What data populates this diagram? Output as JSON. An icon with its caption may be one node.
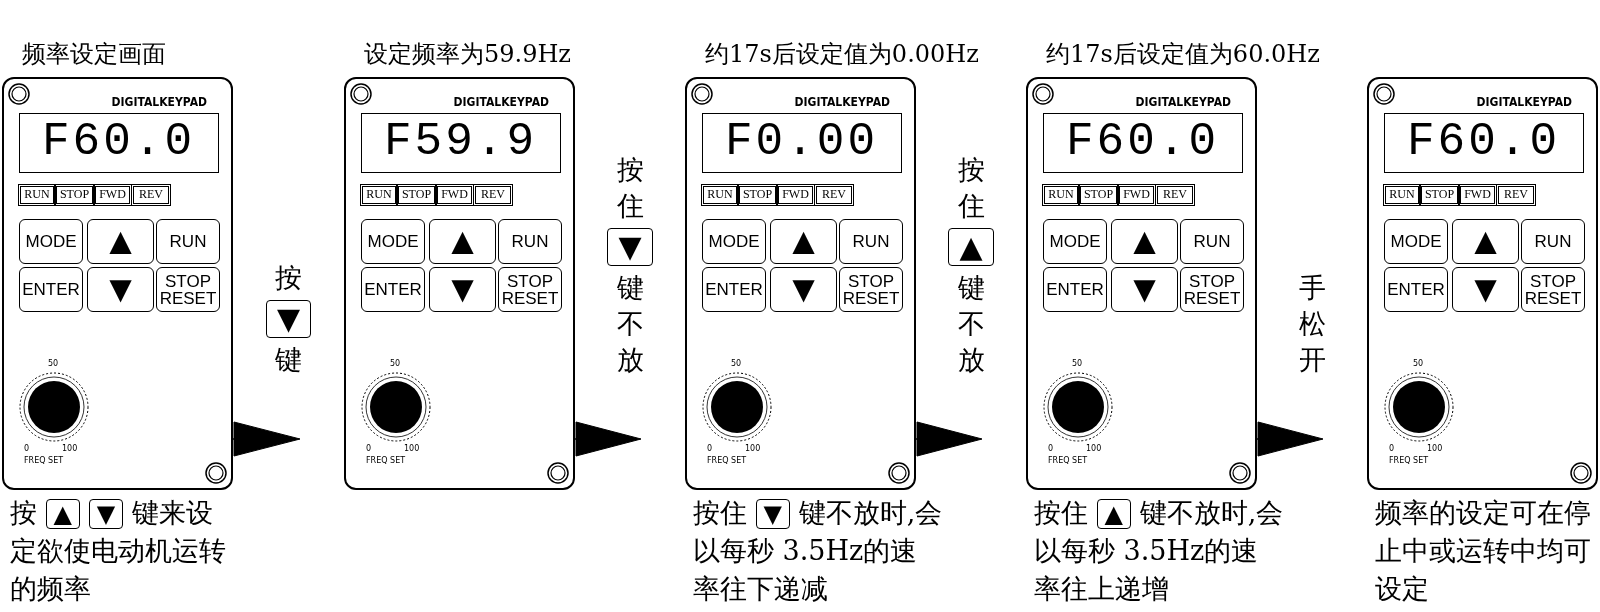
{
  "diagram": {
    "nodes": [
      {
        "text": [
          "频率设定画面",
          "DIGITALKEYPAD"
        ],
        "beside": [
          "按 ▲ ▼ 键来设定欲使电动机运转的频率"
        ]
      },
      {
        "text": [
          "F60.0"
        ],
        "in": 0
      },
      {
        "text": [
          "RUN"
        ],
        "in": 0
      },
      {
        "text": [
          "STOP"
        ],
        "in": 0
      },
      {
        "text": [
          "FWD"
        ],
        "in": 0
      },
      {
        "text": [
          "REV"
        ],
        "in": 0
      },
      {
        "text": [
          "MODE"
        ],
        "in": 0
      },
      {
        "text": [
          "▲"
        ],
        "in": 0
      },
      {
        "text": [
          "RUN"
        ],
        "in": 0
      },
      {
        "text": [
          "ENTER"
        ],
        "in": 0
      },
      {
        "text": [
          "▼"
        ],
        "in": 0
      },
      {
        "text": [
          "STOP RESET"
        ],
        "in": 0
      },
      {
        "text": [
          "设定频率为59.9Hz",
          "DIGITALKEYPAD"
        ]
      },
      {
        "text": [
          "F59.9"
        ],
        "in": 12
      },
      {
        "text": [
          "RUN"
        ],
        "in": 12
      },
      {
        "text": [
          "STOP"
        ],
        "in": 12
      },
      {
        "text": [
          "FWD"
        ],
        "in": 12
      },
      {
        "text": [
          "REV"
        ],
        "in": 12
      },
      {
        "text": [
          "MODE"
        ],
        "in": 12
      },
      {
        "text": [
          "▲"
        ],
        "in": 12
      },
      {
        "text": [
          "RUN"
        ],
        "in": 12
      },
      {
        "text": [
          "ENTER"
        ],
        "in": 12
      },
      {
        "text": [
          "▼"
        ],
        "in": 12
      },
      {
        "text": [
          "STOP RESET"
        ],
        "in": 12
      },
      {
        "text": [
          "约17s后设定值为0.00Hz",
          "DIGITALKEYPAD"
        ],
        "beside": [
          "按住 ▼ 键不放时,会以每秒 3.5Hz的速率往下递减"
        ]
      },
      {
        "text": [
          "F0.00"
        ],
        "in": 24
      },
      {
        "text": [
          "RUN"
        ],
        "in": 24
      },
      {
        "text": [
          "STOP"
        ],
        "in": 24
      },
      {
        "text": [
          "FWD"
        ],
        "in": 24
      },
      {
        "text": [
          "REV"
        ],
        "in": 24
      },
      {
        "text": [
          "MODE"
        ],
        "in": 24
      },
      {
        "text": [
          "▲"
        ],
        "in": 24
      },
      {
        "text": [
          "RUN"
        ],
        "in": 24
      },
      {
        "text": [
          "ENTER"
        ],
        "in": 24
      },
      {
        "text": [
          "▼"
        ],
        "in": 24
      },
      {
        "text": [
          "STOP RESET"
        ],
        "in": 24
      },
      {
        "text": [
          "约17s后设定值为60.0Hz",
          "DIGITALKEYPAD"
        ],
        "beside": [
          "按住 ▲ 键不放时,会以每秒 3.5Hz的速率往上递增"
        ]
      },
      {
        "text": [
          "F60.0"
        ],
        "in": 36
      },
      {
        "text": [
          "RUN"
        ],
        "in": 36
      },
      {
        "text": [
          "STOP"
        ],
        "in": 36
      },
      {
        "text": [
          "FWD"
        ],
        "in": 36
      },
      {
        "text": [
          "REV"
        ],
        "in": 36
      },
      {
        "text": [
          "MODE"
        ],
        "in": 36
      },
      {
        "text": [
          "▲"
        ],
        "in": 36
      },
      {
        "text": [
          "RUN"
        ],
        "in": 36
      },
      {
        "text": [
          "ENTER"
        ],
        "in": 36
      },
      {
        "text": [
          "▼"
        ],
        "in": 36
      },
      {
        "text": [
          "STOP RESET"
        ],
        "in": 36
      },
      {
        "text": [
          "DIGITALKEYPAD"
        ],
        "beside": [
          "频率的设定可在停止中或运转中均可设定"
        ]
      },
      {
        "text": [
          "F60.0"
        ],
        "in": 48
      },
      {
        "text": [
          "RUN"
        ],
        "in": 48
      },
      {
        "text": [
          "STOP"
        ],
        "in": 48
      },
      {
        "text": [
          "FWD"
        ],
        "in": 48
      },
      {
        "text": [
          "REV"
        ],
        "in": 48
      },
      {
        "text": [
          "MODE"
        ],
        "in": 48
      },
      {
        "text": [
          "▲"
        ],
        "in": 48
      },
      {
        "text": [
          "RUN"
        ],
        "in": 48
      },
      {
        "text": [
          "ENTER"
        ],
        "in": 48
      },
      {
        "text": [
          "▼"
        ],
        "in": 48
      },
      {
        "text": [
          "STOP RESET"
        ],
        "in": 48
      }
    ],
    "edges": [
      {
        "from": 0,
        "to": 12,
        "arrow": "to",
        "label": "按▼键"
      },
      {
        "from": 12,
        "to": 24,
        "arrow": "to",
        "label": "按住▼键不放"
      },
      {
        "from": 24,
        "to": 36,
        "arrow": "to",
        "label": "按住▲键不放"
      },
      {
        "from": 36,
        "to": 48,
        "arrow": "to",
        "label": "手松开"
      }
    ],
    "labels": [
      "50",
      "0",
      "100",
      "FREQ SET",
      "50",
      "0",
      "100",
      "FREQ SET",
      "50",
      "0",
      "100",
      "FREQ SET",
      "50",
      "0",
      "100",
      "FREQ SET",
      "50",
      "0",
      "100",
      "FREQ SET"
    ]
  }
}
